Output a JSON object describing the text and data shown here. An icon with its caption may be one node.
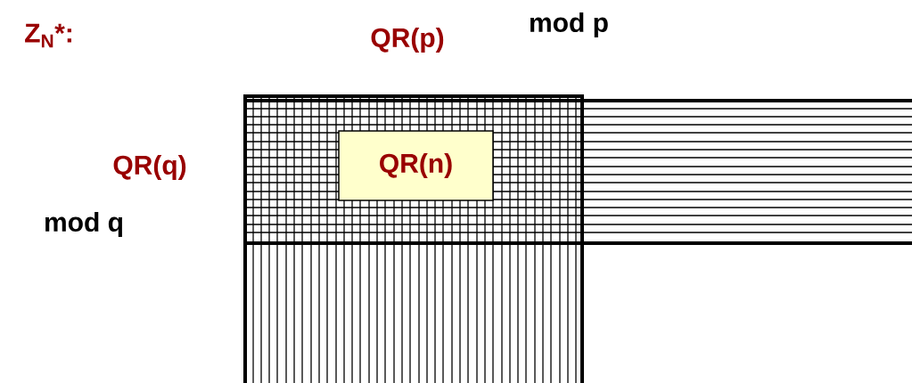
{
  "diagram": {
    "nodes": [
      {
        "text": [
          "QR(p)"
        ]
      },
      {
        "text": [
          "QR(q)"
        ]
      },
      {
        "text": [
          "QR(n)"
        ]
      }
    ],
    "labels": [
      "Z$_{N}$*:",
      "mod p",
      "mod q"
    ]
  }
}
